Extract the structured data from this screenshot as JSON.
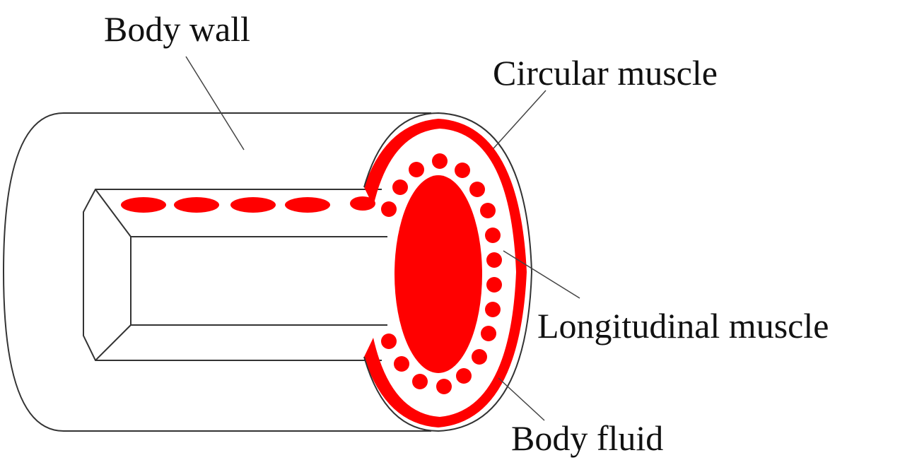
{
  "labels": {
    "body_wall": "Body wall",
    "circular_muscle": "Circular muscle",
    "longitudinal_muscle": "Longitudinal muscle",
    "body_fluid": "Body fluid"
  },
  "colors": {
    "muscle": "#ff0000",
    "outline": "#333333",
    "background": "#ffffff"
  }
}
